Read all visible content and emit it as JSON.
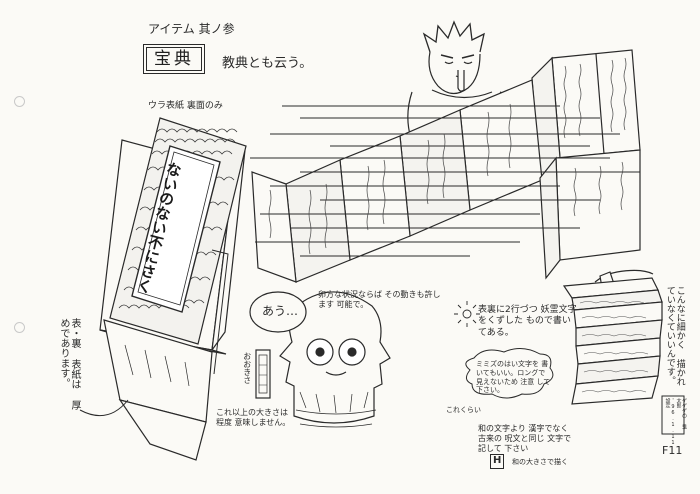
{
  "sheet": {
    "item_header": "アイテム 其ノ参",
    "item_name": "宝典",
    "item_caption": "教典とも云う。",
    "cover_note": "ウラ表紙 裏面のみ",
    "cover_title": "ないのない不にさく",
    "side_note": "表・裏 表紙は 厚めであります。",
    "ghost_speech": "あう…",
    "ghost_note": "卵方な状況ならば その動きも許します 可能で。",
    "scale_label": "おおきさ",
    "scale_note": "これ以上の大きさは 程度 意味しません。",
    "text_note": "表裏に2行づつ 妖霊文字をくずした もので書いてある。",
    "text_note2": "ミミズのはい文字を 書いてもいい。ロングで 見えないため 注意 して下さい。",
    "small_note": "これくらい",
    "bottom_note": "和の文字より 漢字でなく 古来の 呪文と同じ 文字で 記して 下さい",
    "bottom_note2": "和の大きさで描く",
    "mark_label": "H",
    "right_vertical_note": "こんなに細かく 描かれていなくていいんです。",
    "stamp_text": "ゲゲゲの 鬼太郎 '96.1.11 設定",
    "page_code": "F11"
  },
  "colors": {
    "ink": "#2a2a2a",
    "paper": "#fbfaf6",
    "pale": "#c8c8c8"
  },
  "icons": {
    "sun_doodle": "sun-doodle-icon",
    "punch_holes": "punch-hole-icon"
  }
}
